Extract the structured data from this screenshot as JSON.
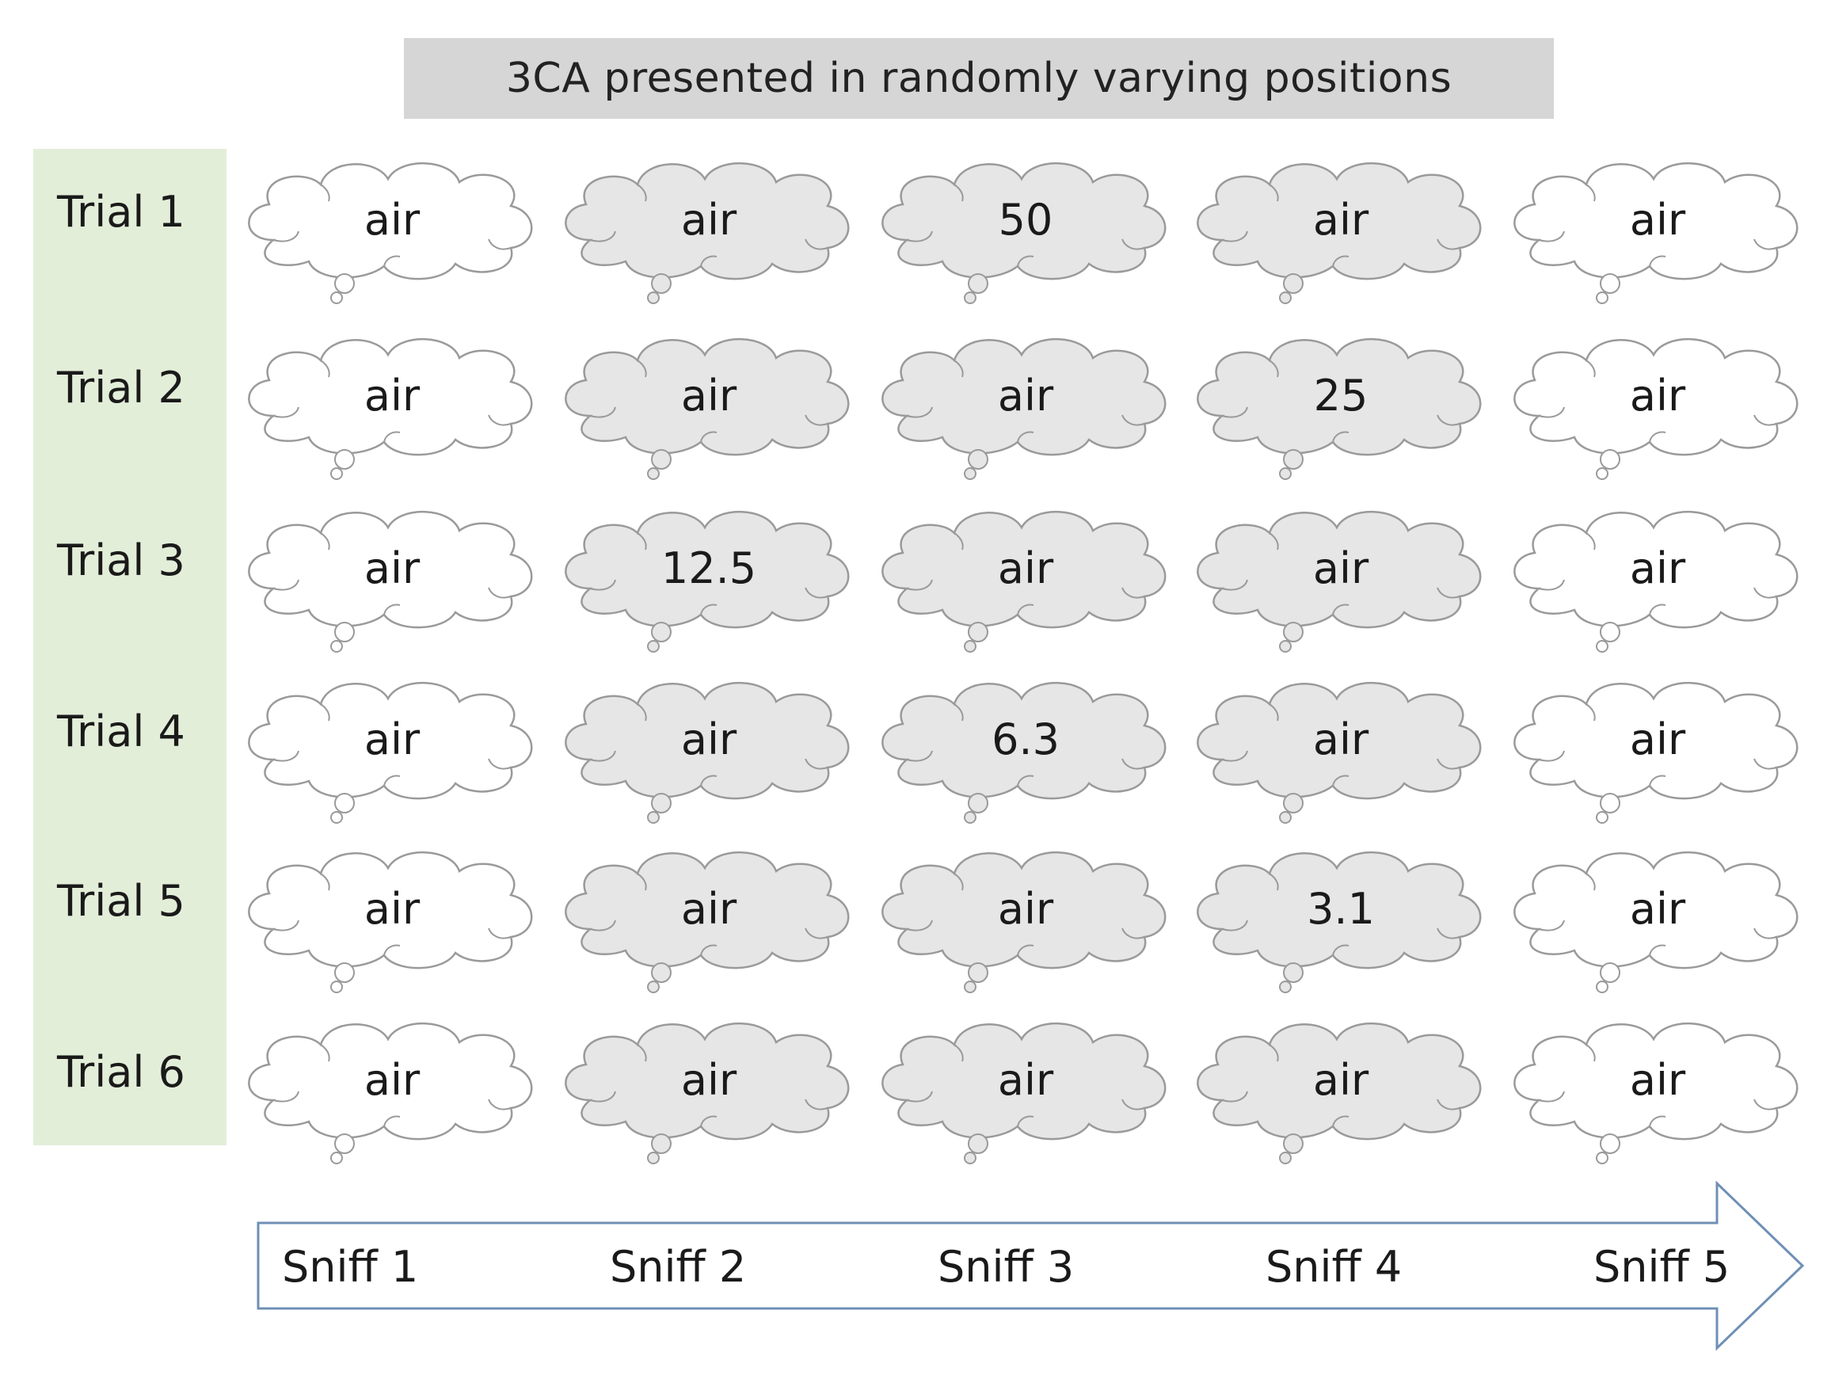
{
  "title": "3CA presented in randomly varying positions",
  "trials": [
    "Trial 1",
    "Trial 2",
    "Trial 3",
    "Trial 4",
    "Trial 5",
    "Trial 6"
  ],
  "sniffs": [
    "Sniff 1",
    "Sniff 2",
    "Sniff 3",
    "Sniff 4",
    "Sniff 5"
  ],
  "cells": [
    [
      {
        "text": "air",
        "shaded": false
      },
      {
        "text": "air",
        "shaded": true
      },
      {
        "text": "50",
        "shaded": true
      },
      {
        "text": "air",
        "shaded": true
      },
      {
        "text": "air",
        "shaded": false
      }
    ],
    [
      {
        "text": "air",
        "shaded": false
      },
      {
        "text": "air",
        "shaded": true
      },
      {
        "text": "air",
        "shaded": true
      },
      {
        "text": "25",
        "shaded": true
      },
      {
        "text": "air",
        "shaded": false
      }
    ],
    [
      {
        "text": "air",
        "shaded": false
      },
      {
        "text": "12.5",
        "shaded": true
      },
      {
        "text": "air",
        "shaded": true
      },
      {
        "text": "air",
        "shaded": true
      },
      {
        "text": "air",
        "shaded": false
      }
    ],
    [
      {
        "text": "air",
        "shaded": false
      },
      {
        "text": "air",
        "shaded": true
      },
      {
        "text": "6.3",
        "shaded": true
      },
      {
        "text": "air",
        "shaded": true
      },
      {
        "text": "air",
        "shaded": false
      }
    ],
    [
      {
        "text": "air",
        "shaded": false
      },
      {
        "text": "air",
        "shaded": true
      },
      {
        "text": "air",
        "shaded": true
      },
      {
        "text": "3.1",
        "shaded": true
      },
      {
        "text": "air",
        "shaded": false
      }
    ],
    [
      {
        "text": "air",
        "shaded": false
      },
      {
        "text": "air",
        "shaded": true
      },
      {
        "text": "air",
        "shaded": true
      },
      {
        "text": "air",
        "shaded": true
      },
      {
        "text": "air",
        "shaded": false
      }
    ]
  ],
  "colors": {
    "shaded_fill": "#e6e6e6",
    "unshaded_fill": "#ffffff",
    "cloud_stroke": "#9a9a9a",
    "arrow_stroke": "#6f8fb5",
    "trial_panel": "#e3eed9",
    "title_bar": "#d6d6d6"
  }
}
